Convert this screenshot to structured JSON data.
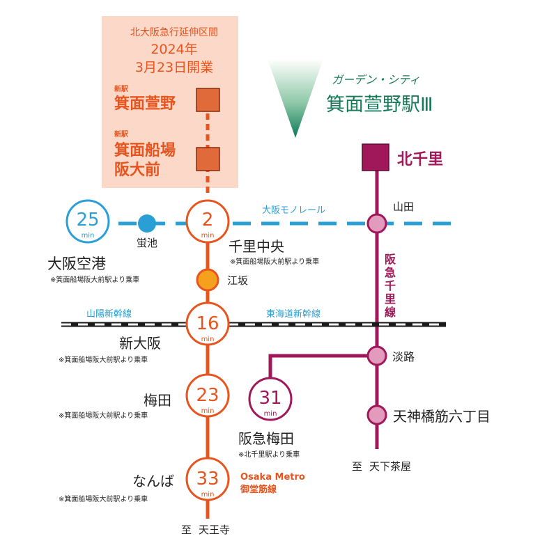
{
  "extension_box": {
    "title_line1": "北大阪急行延伸区間",
    "title_line2": "2024年",
    "title_line3": "3月23日開業",
    "new_tag_1": "新駅",
    "station_1": "箕面萱野",
    "new_tag_2": "新駅",
    "station_2a": "箕面船場",
    "station_2b": "阪大前"
  },
  "logo": {
    "subtitle": "ガーデン・シティ",
    "title": "箕面萱野駅Ⅲ"
  },
  "hankyu": {
    "kitasenri": "北千里",
    "yamada": "山田",
    "line_name": "阪急千里線",
    "awaji": "淡路",
    "tenjinbashi": "天神橋筋六丁目",
    "to_label": "至",
    "to_station": "天下茶屋",
    "umeda": "阪急梅田",
    "umeda_minutes": "31",
    "umeda_note": "※北千里駅より乗車"
  },
  "monorail": {
    "line_name": "大阪モノレール",
    "hotarugaike": "蛍池",
    "airport": "大阪空港",
    "airport_minutes": "25",
    "airport_note": "※箕面船場阪大前駅より乗車"
  },
  "midosuji": {
    "senri_chuo": "千里中央",
    "senri_chuo_minutes": "2",
    "senri_chuo_note": "※箕面船場阪大前駅より乗車",
    "esaka": "江坂",
    "shin_osaka": "新大阪",
    "shin_osaka_minutes": "16",
    "shin_osaka_note": "※箕面船場阪大前駅より乗車",
    "umeda": "梅田",
    "umeda_minutes": "23",
    "umeda_note": "※箕面船場阪大前駅より乗車",
    "namba": "なんば",
    "namba_minutes": "33",
    "namba_note": "※箕面船場阪大前駅より乗車",
    "line_name_1": "Osaka Metro",
    "line_name_2": "御堂筋線",
    "to_label": "至",
    "to_station": "天王寺"
  },
  "shinkansen": {
    "sanyo": "山陽新幹線",
    "tokaido": "東海道新幹線"
  },
  "unit": "min",
  "colors": {
    "midosuji": "#e8541e",
    "hankyu": "#a0185a",
    "monorail": "#2a9fd6",
    "box": "#fbd8c8",
    "station_fill": "#e06a3a",
    "hankyu_station": "#e29bbd",
    "esaka": "#f5a11e",
    "logo": "#177a5a"
  }
}
